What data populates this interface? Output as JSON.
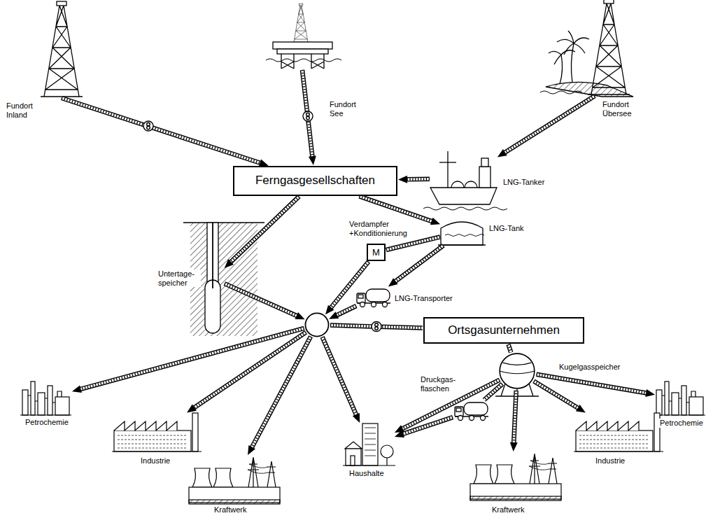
{
  "diagram": {
    "nodes": [
      {
        "text": [
          "Fundort Inland"
        ]
      },
      {
        "text": [
          "Fundort See"
        ]
      },
      {
        "text": [
          "Fundort Übersee"
        ]
      },
      {
        "text": [
          "Ferngasgesellschaften"
        ]
      },
      {
        "text": [
          "LNG-Tanker"
        ]
      },
      {
        "text": [
          "Untertage- speicher"
        ]
      },
      {
        "text": [
          "Verdampfer +Konditionierung",
          "M"
        ]
      },
      {
        "text": [
          "LNG-Tank"
        ]
      },
      {
        "text": [
          "LNG-Transporter"
        ]
      },
      {
        "text": []
      },
      {
        "text": [
          "Ortsgasunternehmen"
        ]
      },
      {
        "text": [
          "Kugelgasspeicher"
        ]
      },
      {
        "text": [
          "Druckgas- flaschen"
        ]
      },
      {
        "text": [
          "Petrochemie"
        ]
      },
      {
        "text": [
          "Industrie"
        ]
      },
      {
        "text": [
          "Kraftwerk"
        ]
      },
      {
        "text": [
          "Haushalte"
        ]
      },
      {
        "text": [
          "Kraftwerk"
        ]
      },
      {
        "text": [
          "Petrochemie"
        ]
      },
      {
        "text": [
          "Industrie"
        ]
      }
    ],
    "edges": [
      {
        "from": 0,
        "to": 3,
        "arrow": "to"
      },
      {
        "from": 1,
        "to": 3,
        "arrow": "to"
      },
      {
        "from": 2,
        "to": 4,
        "arrow": "to"
      },
      {
        "from": 4,
        "to": 3,
        "arrow": "to"
      },
      {
        "from": 3,
        "to": 5,
        "arrow": "to"
      },
      {
        "from": 3,
        "to": 7,
        "arrow": "to"
      },
      {
        "from": 7,
        "to": 6,
        "arrow": "none"
      },
      {
        "from": 6,
        "to": 9,
        "arrow": "to"
      },
      {
        "from": 7,
        "to": 8,
        "arrow": "to"
      },
      {
        "from": 8,
        "to": 9,
        "arrow": "to"
      },
      {
        "from": 5,
        "to": 9,
        "arrow": "to"
      },
      {
        "from": 9,
        "to": 10,
        "arrow": "none"
      },
      {
        "from": 9,
        "to": 13,
        "arrow": "to"
      },
      {
        "from": 9,
        "to": 14,
        "arrow": "to"
      },
      {
        "from": 9,
        "to": 15,
        "arrow": "to"
      },
      {
        "from": 9,
        "to": 16,
        "arrow": "to"
      },
      {
        "from": 10,
        "to": 11,
        "arrow": "none"
      },
      {
        "from": 11,
        "to": 12,
        "arrow": "none"
      },
      {
        "from": 12,
        "to": 16,
        "arrow": "to"
      },
      {
        "from": 11,
        "to": 16,
        "arrow": "to"
      },
      {
        "from": 11,
        "to": 17,
        "arrow": "to"
      },
      {
        "from": 11,
        "to": 18,
        "arrow": "to"
      },
      {
        "from": 11,
        "to": 19,
        "arrow": "to"
      }
    ]
  }
}
